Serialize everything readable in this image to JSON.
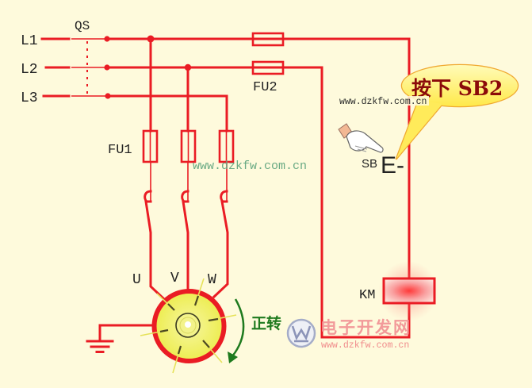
{
  "supply_lines": {
    "l1": "L1",
    "l2": "L2",
    "l3": "L3"
  },
  "main_switch": {
    "label": "QS"
  },
  "fuses": {
    "main": "FU1",
    "control": "FU2"
  },
  "push_button": {
    "label": "SB",
    "symbol": "E-"
  },
  "contactor": {
    "label": "KM",
    "energized": true
  },
  "motor": {
    "terminals": {
      "u": "U",
      "v": "V",
      "w": "W"
    },
    "rotation_label": "正转"
  },
  "callout": {
    "text": "按下 SB2"
  },
  "watermarks": {
    "center_url": "www.dzkfw.com.cn",
    "callout_url": "www.dzkfw.com.cn",
    "logo_text": "电子开发网",
    "logo_url": "www.dzkfw.com.cn"
  },
  "icons": {
    "pointer": "hand-pointer-icon",
    "ground": "ground-icon",
    "rotation_arrow": "curved-arrow-icon",
    "logo": "logo-w-icon"
  },
  "colors": {
    "wire": "#ea1c24",
    "background": "#fefadc",
    "callout_text": "#8b0a0a",
    "callout_fill": "#fff06a",
    "callout_border": "#f0a830",
    "rotation": "#1e7a1e",
    "motor_fill": "#eef05a"
  }
}
